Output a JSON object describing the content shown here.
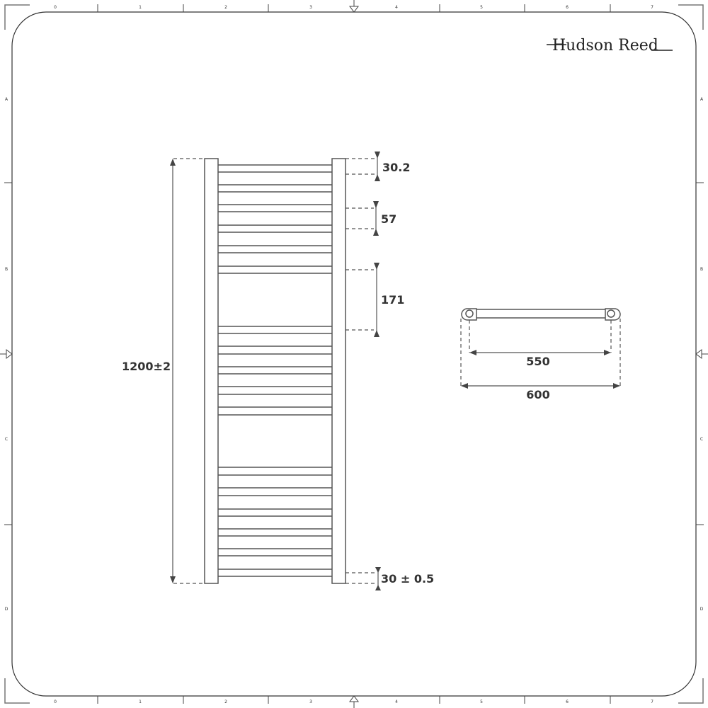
{
  "brand": {
    "name": "Hudson Reed"
  },
  "frame": {
    "columns": [
      "0",
      "1",
      "2",
      "3",
      "4",
      "5",
      "6",
      "7"
    ],
    "rows": [
      "A",
      "B",
      "C",
      "D"
    ]
  },
  "front_view": {
    "bar_groups": [
      {
        "pairs": [
          [
            233,
            243
          ],
          [
            261,
            271
          ],
          [
            289,
            299
          ],
          [
            318,
            328
          ],
          [
            347,
            357
          ],
          [
            376,
            386
          ]
        ]
      },
      {
        "pairs": [
          [
            461,
            471
          ],
          [
            489,
            500
          ],
          [
            518,
            528
          ],
          [
            546,
            557
          ],
          [
            575,
            586
          ]
        ]
      },
      {
        "pairs": [
          [
            660,
            671
          ],
          [
            689,
            700
          ],
          [
            719,
            729
          ],
          [
            747,
            757
          ],
          [
            775,
            785
          ],
          [
            804,
            814
          ]
        ]
      }
    ],
    "dimensions": {
      "height": "1200±2",
      "top_offset": "30.2",
      "bar_pitch": "57",
      "gap": "171",
      "bottom_offset": "30 ± 0.5"
    }
  },
  "side_view": {
    "dimensions": {
      "centres": "550",
      "overall": "600"
    }
  }
}
